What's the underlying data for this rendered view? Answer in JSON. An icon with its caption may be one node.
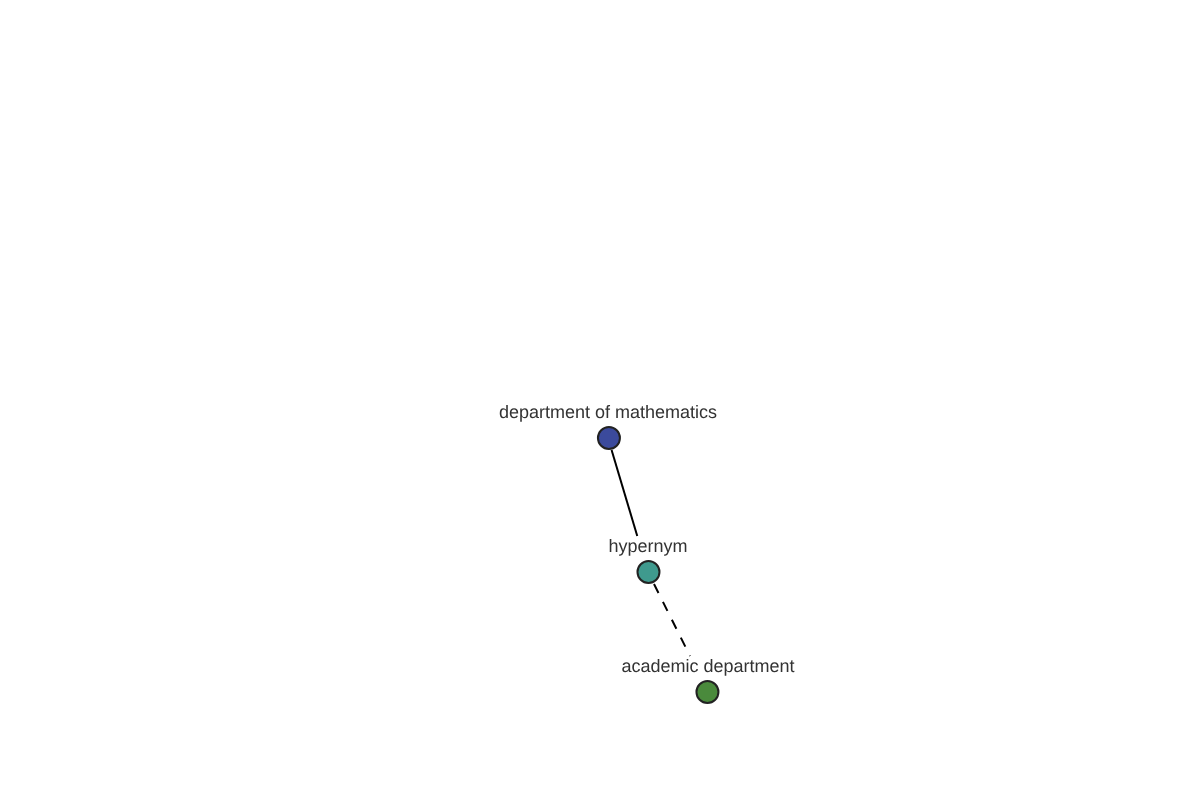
{
  "diagram": {
    "nodes": [
      {
        "text": [
          "department of mathematics"
        ]
      },
      {
        "text": [
          "hypernym"
        ]
      },
      {
        "text": [
          "academic department"
        ]
      }
    ],
    "edges": [
      {
        "from": 0,
        "to": 1,
        "arrow": "none"
      },
      {
        "from": 1,
        "to": 2,
        "arrow": "none",
        "style": "dashed"
      }
    ]
  }
}
